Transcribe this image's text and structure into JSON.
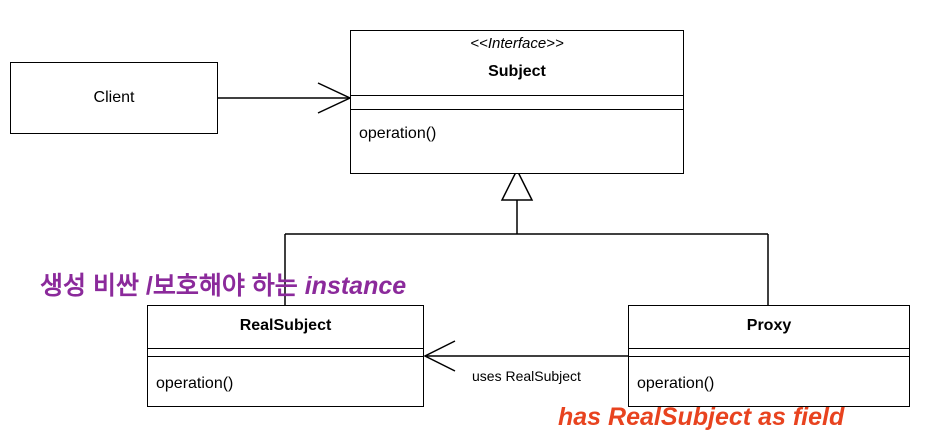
{
  "client": {
    "name": "Client"
  },
  "subject": {
    "stereotype": "<<Interface>>",
    "name": "Subject",
    "operation": "operation()"
  },
  "real_subject": {
    "name": "RealSubject",
    "operation": "operation()"
  },
  "proxy": {
    "name": "Proxy",
    "operation": "operation()"
  },
  "relations": {
    "uses_label": "uses RealSubject"
  },
  "annotations": {
    "real_subject_note_prefix": "생성 비싼 /보호해야 하는 ",
    "real_subject_note_italic": "instance",
    "proxy_note": "has RealSubject as field"
  },
  "colors": {
    "purple_note": "#8B2A9B",
    "red_note": "#E8431F"
  }
}
